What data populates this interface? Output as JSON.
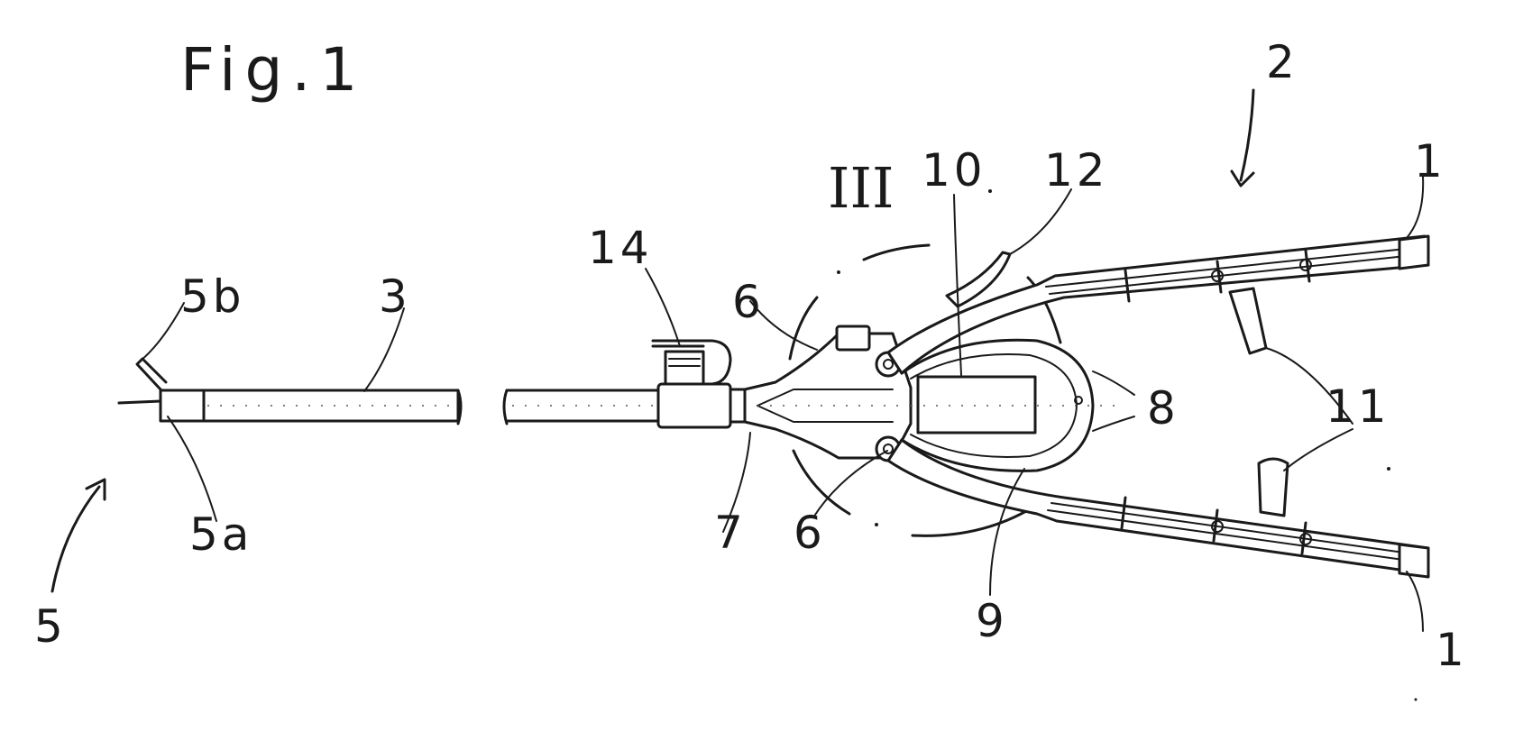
{
  "figure": {
    "title": "Fig.1",
    "section_marker": "III"
  },
  "labels": {
    "l1_top": "1",
    "l1_bottom": "1",
    "l2": "2",
    "l3": "3",
    "l5": "5",
    "l5a": "5a",
    "l5b": "5b",
    "l6_top": "6",
    "l6_bottom": "6",
    "l7": "7",
    "l8": "8",
    "l9": "9",
    "l10": "10",
    "l11": "11",
    "l12": "12",
    "l14": "14"
  }
}
